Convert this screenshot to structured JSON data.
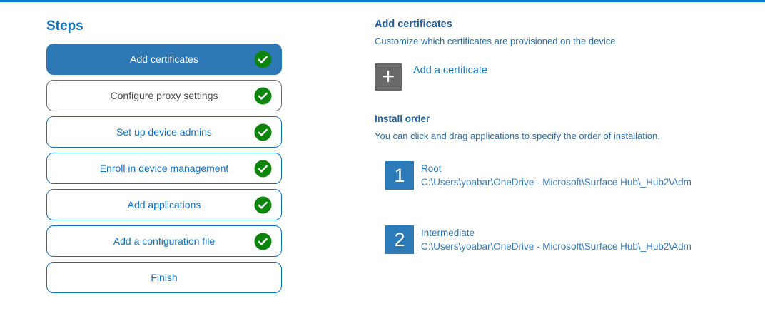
{
  "colors": {
    "accent_bar": "#0078d7",
    "selected_step_bg": "#2e78b6",
    "step_border_blue": "#0f6fc5",
    "step_border_gray": "#6e6e6e",
    "check_green": "#0d850d",
    "heading_blue": "#1e5c96",
    "tile_gray": "#696969",
    "tile_blue": "#2d7ab8"
  },
  "steps_panel": {
    "title": "Steps",
    "steps": [
      {
        "label": "Add certificates",
        "state": "selected",
        "completed": true
      },
      {
        "label": "Configure proxy settings",
        "state": "visited",
        "completed": true
      },
      {
        "label": "Set up device admins",
        "state": "default",
        "completed": true
      },
      {
        "label": "Enroll in device management",
        "state": "default",
        "completed": true
      },
      {
        "label": "Add applications",
        "state": "default",
        "completed": true
      },
      {
        "label": "Add a configuration file",
        "state": "default",
        "completed": true
      },
      {
        "label": "Finish",
        "state": "default",
        "completed": false
      }
    ]
  },
  "content": {
    "section_title": "Add certificates",
    "section_subtitle": "Customize which certificates are provisioned on the device",
    "add_certificate": {
      "plus_glyph": "+",
      "label": "Add a certificate"
    },
    "install_order": {
      "title": "Install order",
      "subtitle": "You can click and drag applications to specify the order of installation.",
      "items": [
        {
          "number": "1",
          "name": "Root",
          "path": "C:\\Users\\yoabar\\OneDrive - Microsoft\\Surface Hub\\_Hub2\\Adm"
        },
        {
          "number": "2",
          "name": "Intermediate",
          "path": "C:\\Users\\yoabar\\OneDrive - Microsoft\\Surface Hub\\_Hub2\\Adm"
        }
      ]
    }
  }
}
